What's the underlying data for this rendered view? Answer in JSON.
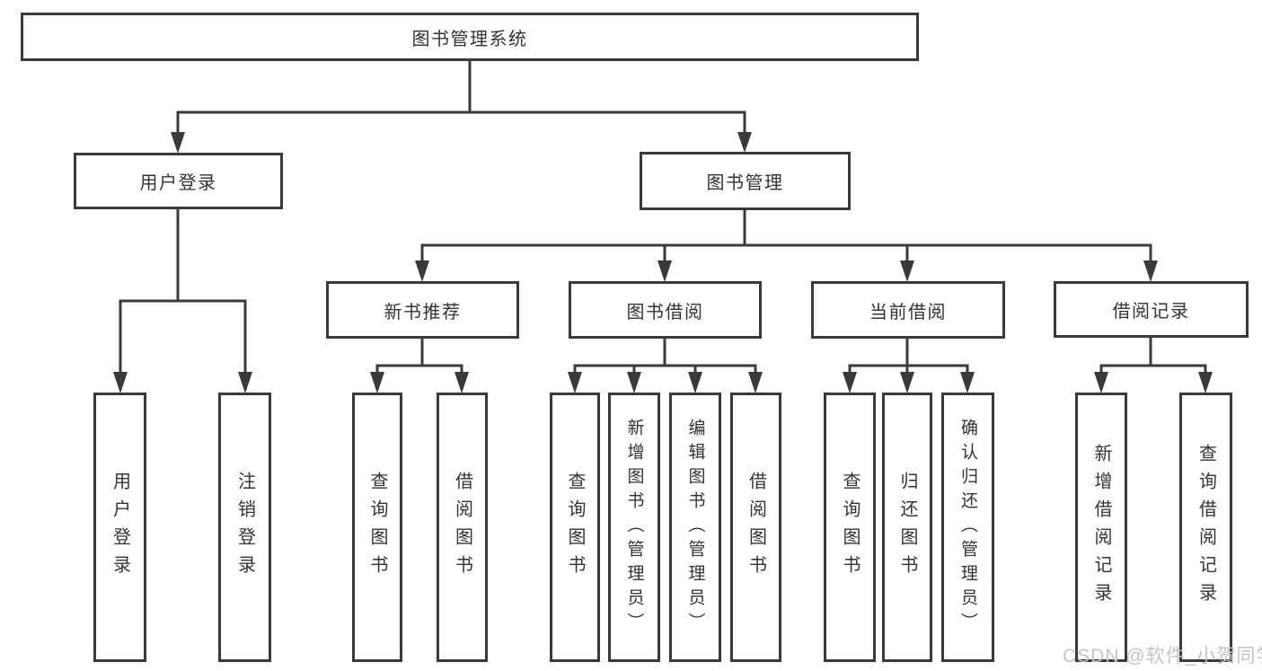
{
  "tree": {
    "root": {
      "label": "图书管理系统"
    },
    "branches": [
      {
        "label": "用户登录",
        "children": [
          {
            "label": "用户登录"
          },
          {
            "label": "注销登录"
          }
        ]
      },
      {
        "label": "图书管理",
        "children": [
          {
            "label": "新书推荐",
            "children": [
              {
                "label": "查询图书"
              },
              {
                "label": "借阅图书"
              }
            ]
          },
          {
            "label": "图书借阅",
            "children": [
              {
                "label": "查询图书"
              },
              {
                "label": "新增图书（管理员）"
              },
              {
                "label": "编辑图书（管理员）"
              },
              {
                "label": "借阅图书"
              }
            ]
          },
          {
            "label": "当前借阅",
            "children": [
              {
                "label": "查询图书"
              },
              {
                "label": "归还图书"
              },
              {
                "label": "确认归还（管理员）"
              }
            ]
          },
          {
            "label": "借阅记录",
            "children": [
              {
                "label": "新增借阅记录"
              },
              {
                "label": "查询借阅记录"
              }
            ]
          }
        ]
      }
    ]
  },
  "watermark": {
    "text": "CSDN @软件_小贺同学"
  },
  "colors": {
    "line": "#3a3a3a",
    "box_border": "#3a3a3a",
    "box_background": "#ffffff",
    "text": "#333333",
    "watermark": "#c3c3c3"
  }
}
